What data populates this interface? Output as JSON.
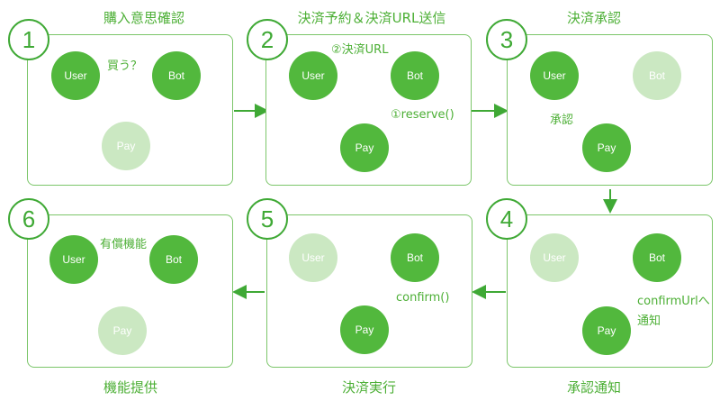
{
  "steps": [
    {
      "number": "1",
      "title": "購入意思確認",
      "edge_label": "買う？",
      "user": "User",
      "bot": "Bot",
      "pay": "Pay"
    },
    {
      "number": "2",
      "title": "決済予約＆決済URL送信",
      "edge_label_1": "②決済URL",
      "edge_label_2": "①reserve()",
      "user": "User",
      "bot": "Bot",
      "pay": "Pay"
    },
    {
      "number": "3",
      "title": "決済承認",
      "edge_label": "承認",
      "user": "User",
      "bot": "Bot",
      "pay": "Pay"
    },
    {
      "number": "4",
      "title": "承認通知",
      "edge_label_1": "confirmUrlへ",
      "edge_label_2": "通知",
      "user": "User",
      "bot": "Bot",
      "pay": "Pay"
    },
    {
      "number": "5",
      "title": "決済実行",
      "edge_label": "confirm()",
      "user": "User",
      "bot": "Bot",
      "pay": "Pay"
    },
    {
      "number": "6",
      "title": "機能提供",
      "edge_label": "有償機能",
      "user": "User",
      "bot": "Bot",
      "pay": "Pay"
    }
  ],
  "colors": {
    "active": "#52b83d",
    "faded": "#cbe8c2",
    "line": "#7cc66a",
    "accent": "#3fa935"
  }
}
